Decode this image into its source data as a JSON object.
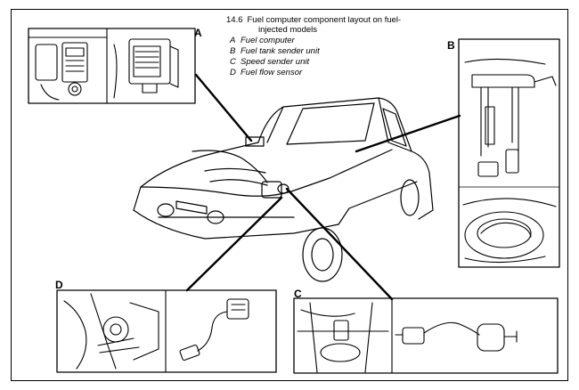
{
  "figure": {
    "number": "14.6",
    "title_line1": "Fuel computer component layout on fuel-",
    "title_line2": "injected models"
  },
  "legend": [
    {
      "key": "A",
      "text": "Fuel computer"
    },
    {
      "key": "B",
      "text": "Fuel tank sender unit"
    },
    {
      "key": "C",
      "text": "Speed sender unit"
    },
    {
      "key": "D",
      "text": "Fuel flow sensor"
    }
  ],
  "panel_labels": {
    "a": "A",
    "b": "B",
    "c": "C",
    "d": "D"
  }
}
